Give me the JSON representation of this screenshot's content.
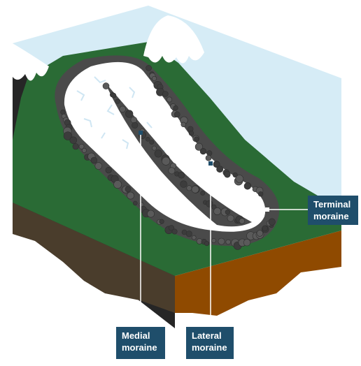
{
  "labels": {
    "terminal": [
      "Terminal",
      "moraine"
    ],
    "medial": [
      "Medial",
      "moraine"
    ],
    "lateral": [
      "Lateral",
      "moraine"
    ]
  },
  "colors": {
    "sky": "#d6ecf6",
    "grass": "#2a6b35",
    "rock_dark": "#262626",
    "soil_front": "#8f4a00",
    "soil_side": "#4a3d2c",
    "ice": "#ffffff",
    "ice_crack": "#cfe6f3",
    "moraine": "#4a4a4a",
    "label_bg": "#1f4e6b"
  }
}
